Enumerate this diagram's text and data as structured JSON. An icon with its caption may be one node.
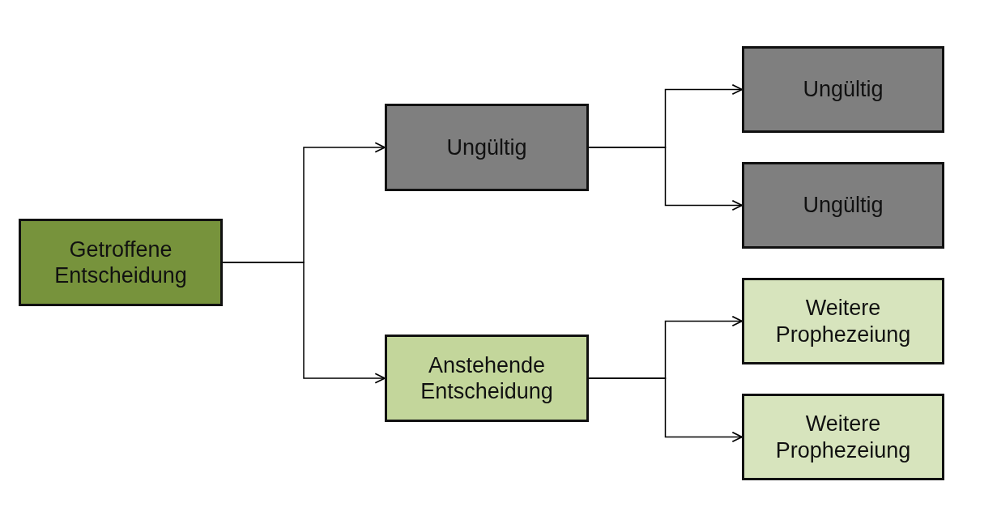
{
  "diagram": {
    "nodes": [
      {
        "text": [
          "Getroffene Entscheidung"
        ]
      },
      {
        "text": [
          "Ungültig"
        ]
      },
      {
        "text": [
          "Anstehende Entscheidung"
        ]
      },
      {
        "text": [
          "Ungültig"
        ]
      },
      {
        "text": [
          "Ungültig"
        ]
      },
      {
        "text": [
          "Weitere Prophezeiung"
        ]
      },
      {
        "text": [
          "Weitere Prophezeiung"
        ]
      }
    ],
    "edges": [
      {
        "from": 0,
        "to": 1,
        "arrow": "to"
      },
      {
        "from": 0,
        "to": 2,
        "arrow": "to"
      },
      {
        "from": 1,
        "to": 3,
        "arrow": "to"
      },
      {
        "from": 1,
        "to": 4,
        "arrow": "to"
      },
      {
        "from": 2,
        "to": 5,
        "arrow": "to"
      },
      {
        "from": 2,
        "to": 6,
        "arrow": "to"
      }
    ]
  }
}
